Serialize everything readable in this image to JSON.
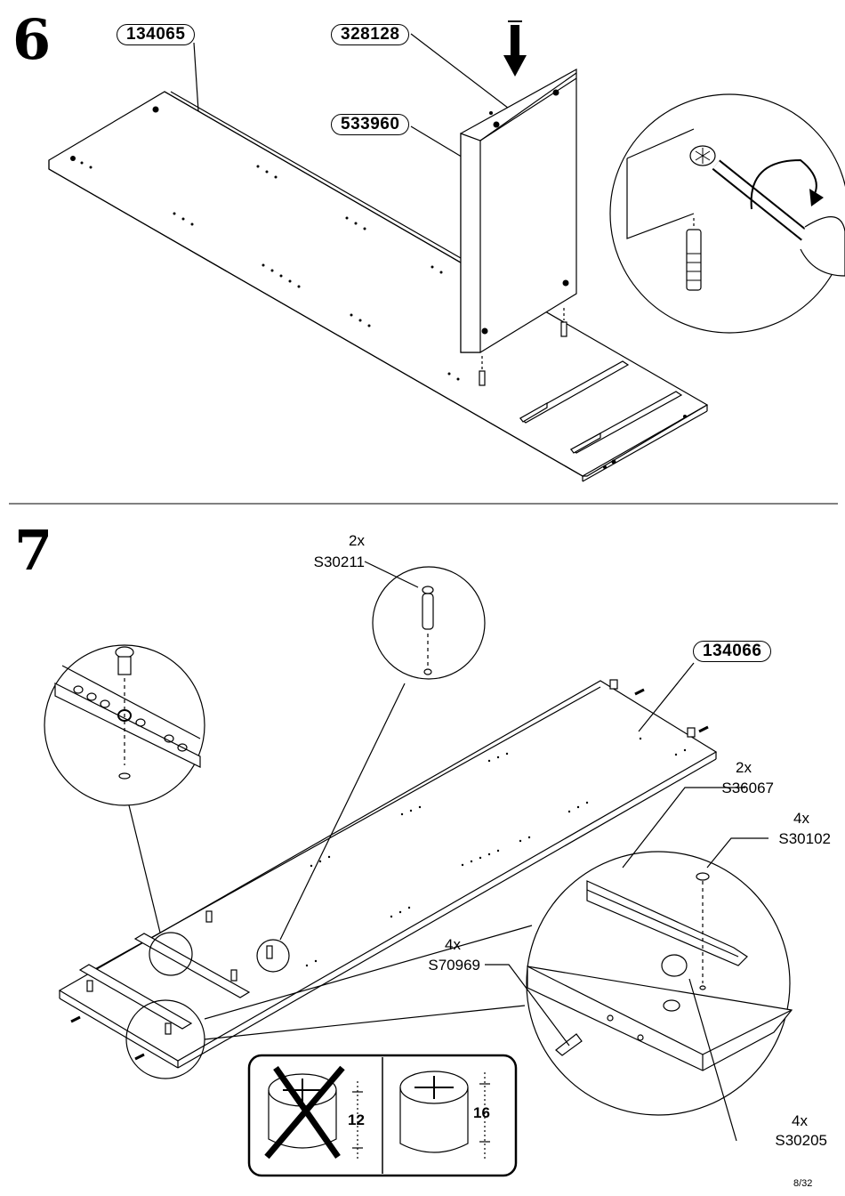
{
  "page": {
    "number": "8/32"
  },
  "step6": {
    "number": "6",
    "parts": [
      "134065",
      "328128",
      "533960"
    ]
  },
  "step7": {
    "number": "7",
    "part": "134066",
    "callouts": [
      {
        "qty": "2x",
        "code": "S30211"
      },
      {
        "qty": "2x",
        "code": "S36067"
      },
      {
        "qty": "4x",
        "code": "S30102"
      },
      {
        "qty": "4x",
        "code": "S70969"
      },
      {
        "qty": "4x",
        "code": "S30205"
      }
    ],
    "cam_sizes": {
      "wrong": "12",
      "right": "16"
    }
  }
}
